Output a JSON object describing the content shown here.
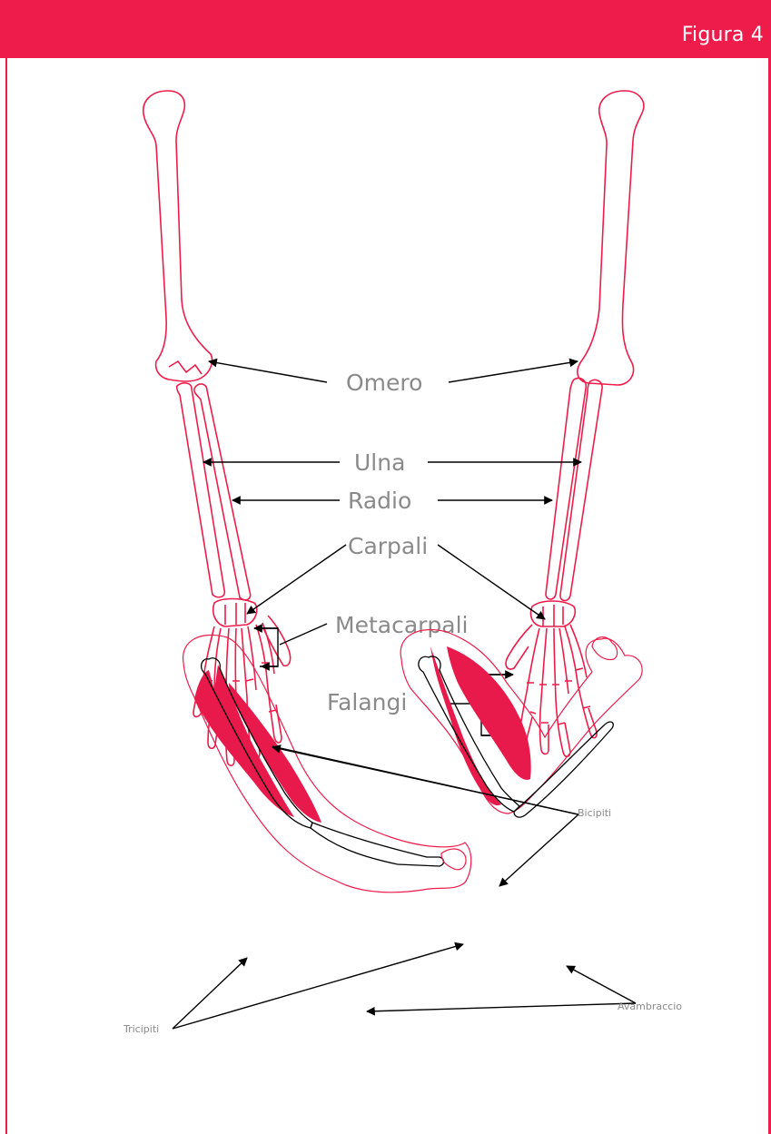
{
  "header": {
    "figure_label": "Figura 4"
  },
  "labels": {
    "omero": "Omero",
    "ulna": "Ulna",
    "radio": "Radio",
    "carpali": "Carpali",
    "metacarpali": "Metacarpali",
    "falangi": "Falangi",
    "bicipiti": "Bicipiti",
    "tricipiti": "Tricipiti",
    "avambraccio": "Avambraccio"
  },
  "colors": {
    "accent": "#ee1c4a",
    "muscle": "#e8194b",
    "label": "#8a8a8a",
    "arrow": "#000000"
  }
}
